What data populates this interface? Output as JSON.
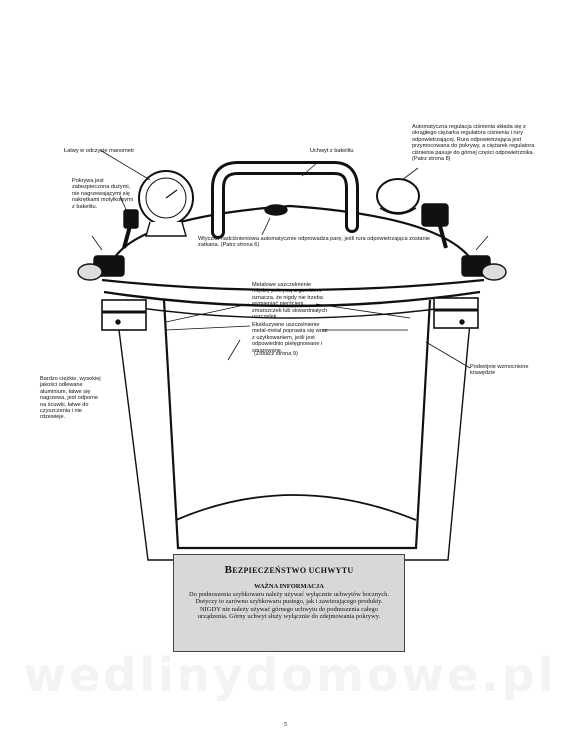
{
  "labels": {
    "gauge": "Łatwy w odczycie manometr",
    "bakelite_handle": "Uchwyt z bakelitu",
    "regulator": "Automatyczna regulacja ciśnienia składa się z okrągłego ciężarka regulatora ciśnienia i rury odpowietrzającej. Rura odpowietrzająca jest przymocowana do pokrywy, a ciężarek regulatora ciśnienia pasuje do górnej części odpowietrznika. (Patrz strona 8)",
    "lid_knobs": "Pokrywa jest zabezpieczona dużymi, nie nagrzewającymi się nakrętkami motylkowymi z bakelitu.",
    "safety_plug": "Wtyczka nadciśnieniowa automatycznie odprowadza parę, jeśli rura odpowietrzająca zostanie zatkana. (Patrz strona 6)",
    "metal_seal": "Metalowe uszczelnienie między pokrywą a garnkiem oznacza, że nigdy nie trzeba wymieniać pierścieni, zmarszczek lub skwardniałych uszczelek.",
    "exclusive_seal": "Ekskluzywne uszczelnienie metal-metal poprawia się wraz z użytkowaniem, jeśli jest odpowiednio pielęgnowane i smarowane.",
    "exclusive_seal_ref": "(Zobacz strona 9)",
    "body": "Bardzo ciężkie, wysokiej jakości odlewane aluminium, łatwe się nagrzewa, jest odporne na ścuwki, łatwe do czyszczenia i nie rdzewieje.",
    "brackets": "Podwójnie wzmocnione krawędzie"
  },
  "safety_box": {
    "title_first": "B",
    "title_rest": "EZPIECZEŃSTWO UCHWYTU",
    "subtitle": "WAŻNA INFORMACJA",
    "body": "Do podnoszenia szybkowaru należy używać wyłącznie uchwytów bocznych. Dotyczy to zarówno szybkowaru pustego, jak i zawierającego produkty. NIGDY nie należy używać górnego uchwytu do podnoszenia całego urządzenia. Górny uchwyt służy wyłącznie do zdejmowania pokrywy."
  },
  "watermark": "wedlinydomowe.pl",
  "page_number": "5"
}
